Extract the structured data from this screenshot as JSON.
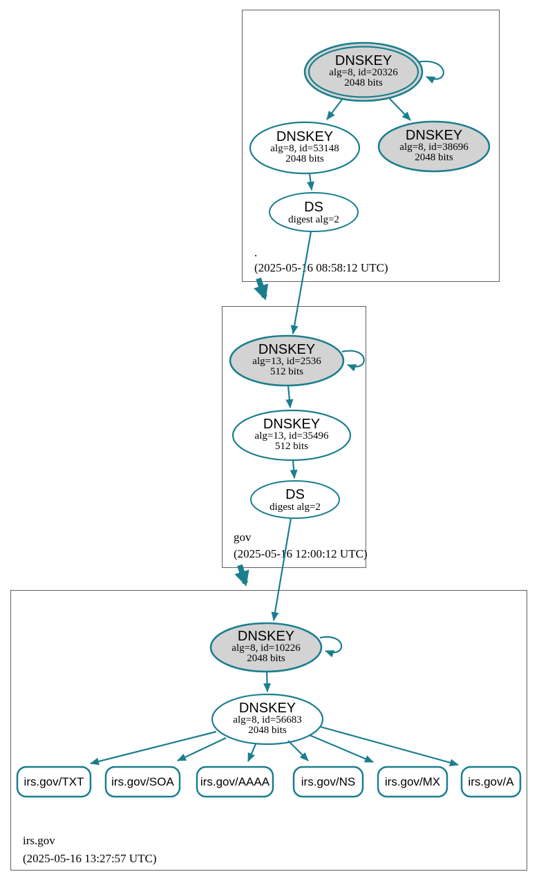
{
  "diagram": {
    "type": "dnssec-authentication-chain",
    "description": "DNSSEC chain of trust graph from root zone through gov to irs.gov"
  },
  "colors": {
    "edge": "#1a7e8e",
    "gray-fill": "#d3d3d3",
    "white-fill": "#ffffff",
    "box-border": "#5f5f5f",
    "text": "#000000",
    "bg": "#ffffff"
  },
  "zones": [
    {
      "label": ".",
      "timestamp": "(2025-05-16 08:58:12 UTC)",
      "ksk": {
        "title": "DNSKEY",
        "detail": "alg=8, id=20326",
        "bits": "2048 bits"
      },
      "zsk": {
        "title": "DNSKEY",
        "detail": "alg=8, id=53148",
        "bits": "2048 bits"
      },
      "key3": {
        "title": "DNSKEY",
        "detail": "alg=8, id=38696",
        "bits": "2048 bits"
      },
      "ds": {
        "title": "DS",
        "detail": "digest alg=2"
      }
    },
    {
      "label": "gov",
      "timestamp": "(2025-05-16 12:00:12 UTC)",
      "ksk": {
        "title": "DNSKEY",
        "detail": "alg=13, id=2536",
        "bits": "512 bits"
      },
      "zsk": {
        "title": "DNSKEY",
        "detail": "alg=13, id=35496",
        "bits": "512 bits"
      },
      "ds": {
        "title": "DS",
        "detail": "digest alg=2"
      }
    },
    {
      "label": "irs.gov",
      "timestamp": "(2025-05-16 13:27:57 UTC)",
      "ksk": {
        "title": "DNSKEY",
        "detail": "alg=8, id=10226",
        "bits": "2048 bits"
      },
      "zsk": {
        "title": "DNSKEY",
        "detail": "alg=8, id=56683",
        "bits": "2048 bits"
      },
      "rrsets": [
        {
          "label": "irs.gov/TXT"
        },
        {
          "label": "irs.gov/SOA"
        },
        {
          "label": "irs.gov/AAAA"
        },
        {
          "label": "irs.gov/NS"
        },
        {
          "label": "irs.gov/MX"
        },
        {
          "label": "irs.gov/A"
        }
      ]
    }
  ]
}
